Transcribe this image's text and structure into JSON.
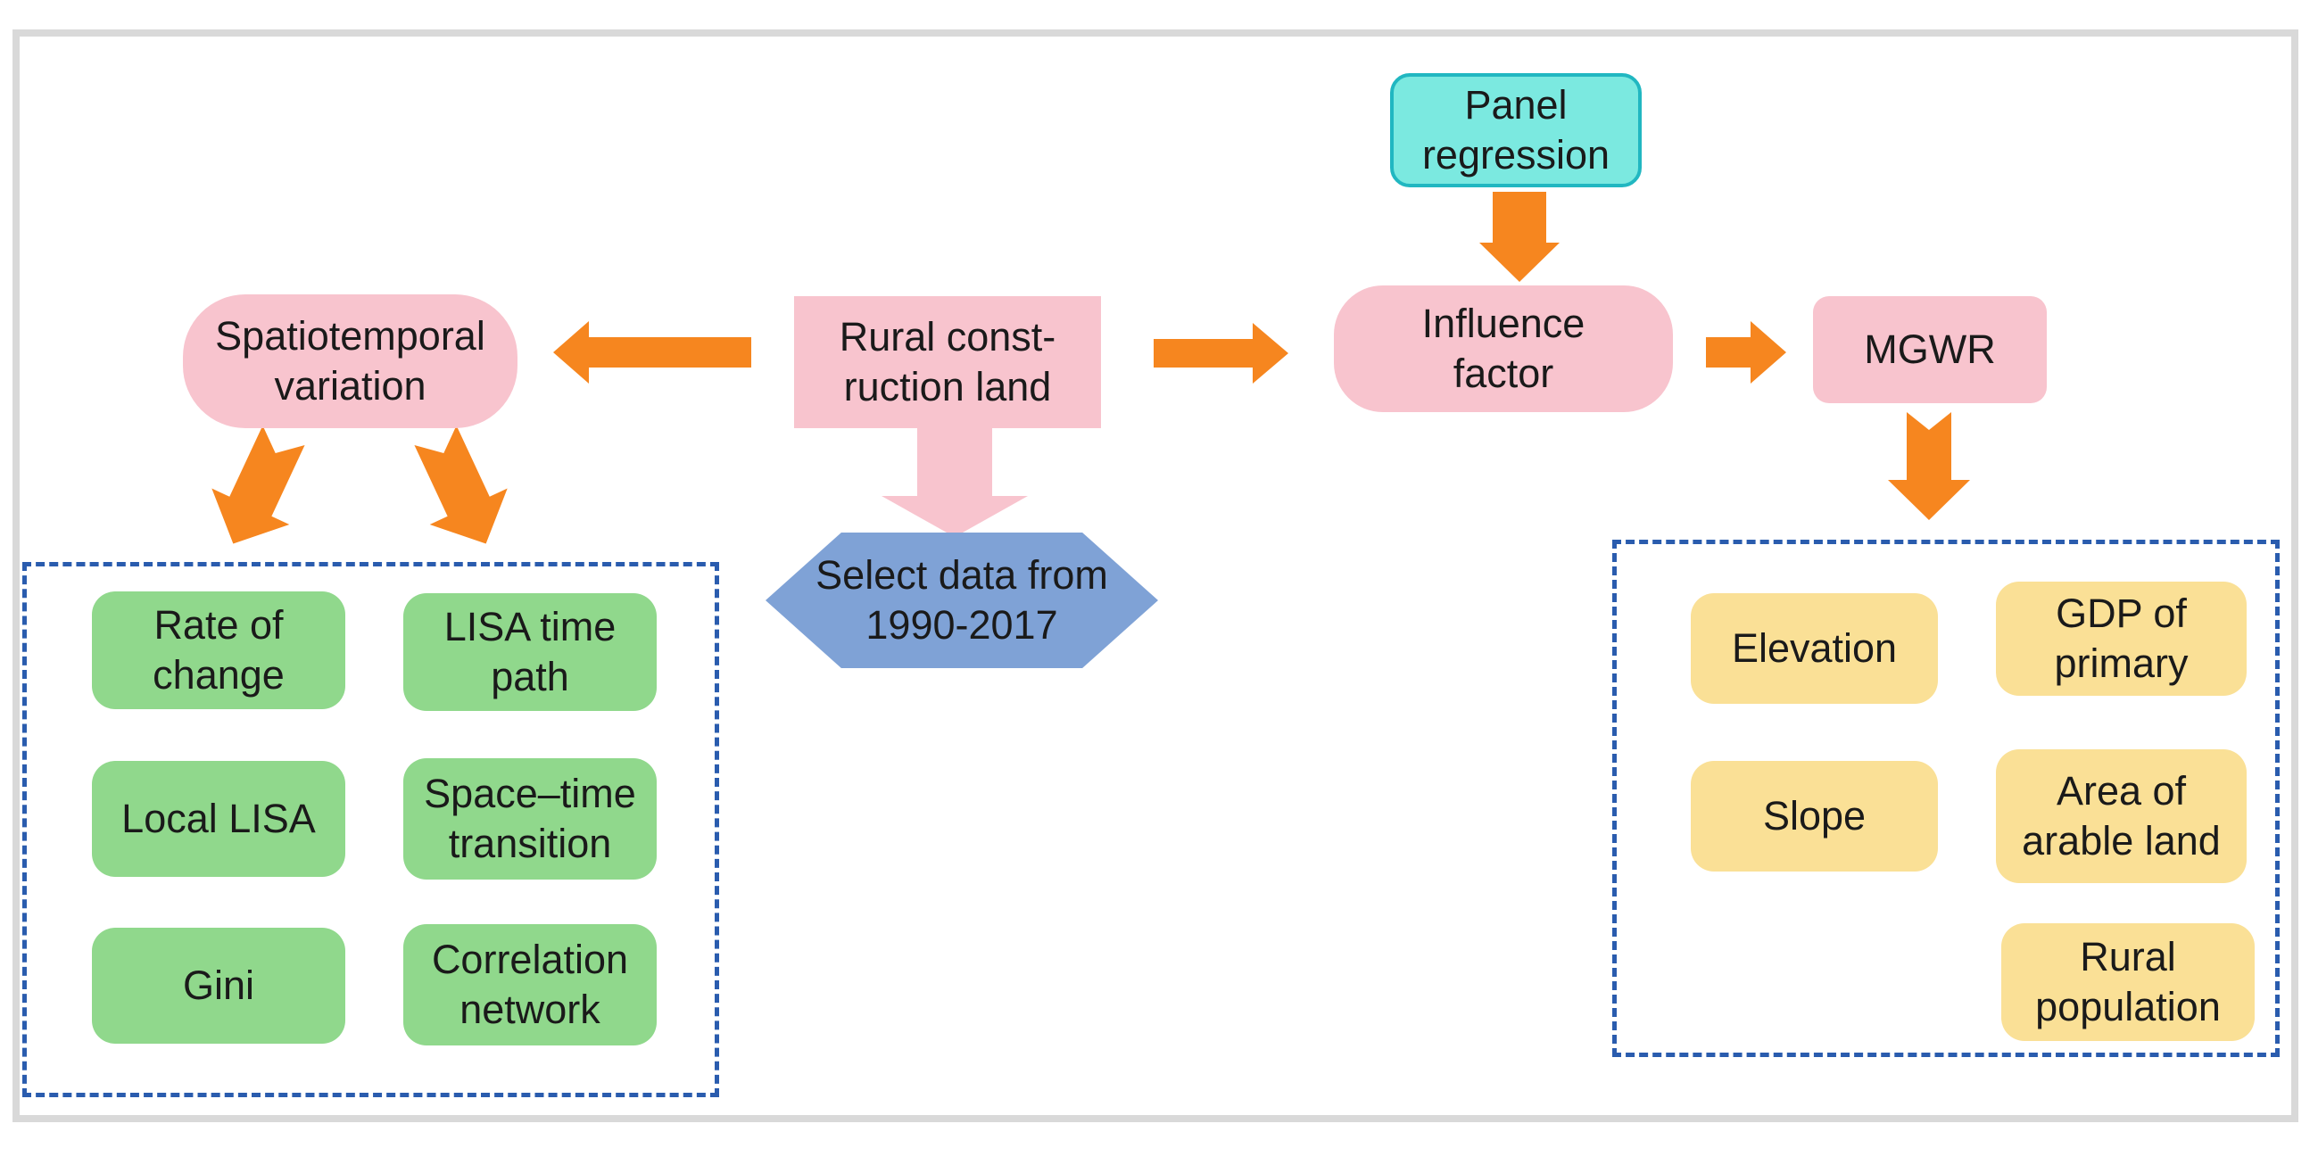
{
  "figure": {
    "type": "flowchart",
    "description": "Methodology flowchart: rural construction land analysis workflow"
  },
  "colors": {
    "pink": "#F8C4CE",
    "cyan": "#7BE9E0",
    "cyanBorder": "#21B7C1",
    "orange": "#F6861F",
    "green": "#90D88C",
    "yellow": "#FAE096",
    "hexBlue": "#7FA2D6",
    "dashBlue": "#2A5CAE",
    "frame": "#D9D9D9",
    "text": "#1A1A1A"
  },
  "nodes": {
    "panel_regression": {
      "label": "Panel\nregression"
    },
    "spatiotemporal_variation": {
      "label": "Spatiotemporal\nvariation"
    },
    "rural_construction_land": {
      "label": "Rural const-\nruction land"
    },
    "influence_factor": {
      "label": "Influence\nfactor"
    },
    "mgwr": {
      "label": "MGWR"
    },
    "select_data": {
      "label": "Select data from\n1990-2017"
    },
    "spatiotemporal_methods": [
      "Rate of\nchange",
      "LISA time\npath",
      "Local LISA",
      "Space–time\ntransition",
      "Gini",
      "Correlation\nnetwork"
    ],
    "influence_factors": [
      "Elevation",
      "GDP of\nprimary",
      "Slope",
      "Area of\narable land",
      "Rural\npopulation"
    ]
  },
  "edges": [
    {
      "from": "panel_regression",
      "to": "influence_factor"
    },
    {
      "from": "rural_construction_land",
      "to": "spatiotemporal_variation"
    },
    {
      "from": "rural_construction_land",
      "to": "influence_factor"
    },
    {
      "from": "rural_construction_land",
      "to": "select_data"
    },
    {
      "from": "influence_factor",
      "to": "mgwr"
    },
    {
      "from": "spatiotemporal_variation",
      "to": "spatiotemporal_methods_group"
    },
    {
      "from": "mgwr",
      "to": "influence_factors_group"
    }
  ]
}
